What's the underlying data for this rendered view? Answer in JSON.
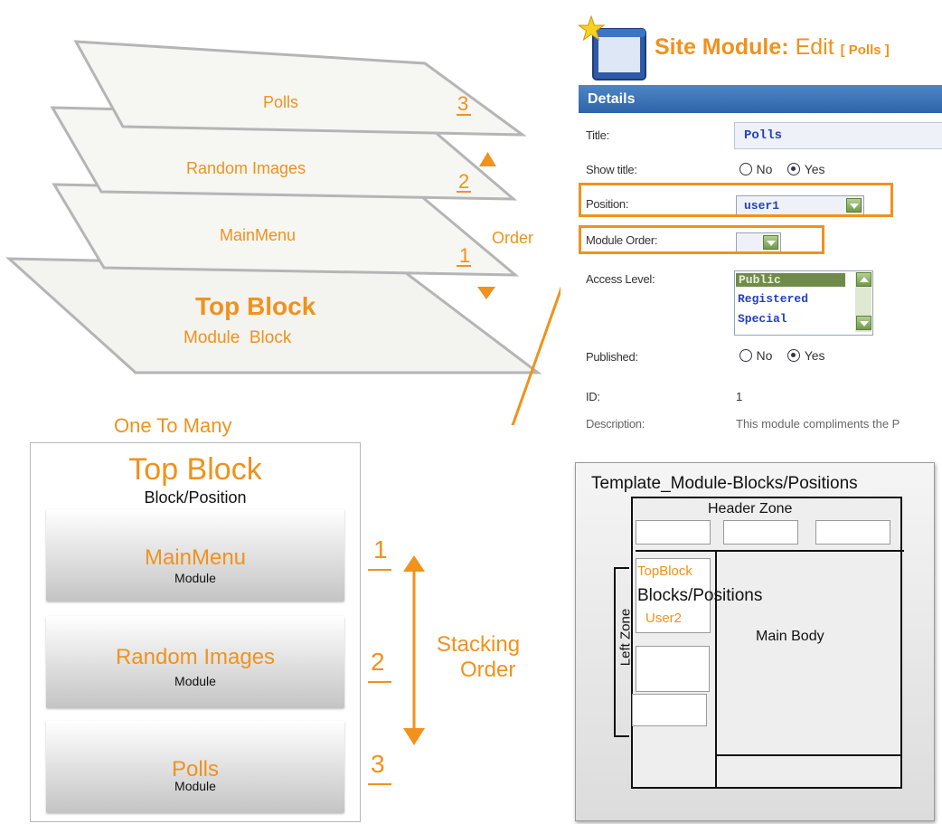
{
  "planes": {
    "layers": [
      {
        "name": "Polls",
        "number": "3"
      },
      {
        "name": "Random Images",
        "number": "2"
      },
      {
        "name": "MainMenu",
        "number": "1"
      }
    ],
    "base_title": "Top Block",
    "base_subtitle": "Module  Block",
    "order_label": "Order"
  },
  "form": {
    "title_main": "Site Module:",
    "title_edit": "Edit",
    "title_sub": "[ Polls ]",
    "details_label": "Details",
    "title_label": "Title:",
    "title_value": "Polls",
    "show_title_label": "Show title:",
    "no_label": "No",
    "yes_label": "Yes",
    "position_label": "Position:",
    "position_value": "user1",
    "module_order_label": "Module Order:",
    "access_label": "Access Level:",
    "access_options": [
      "Public",
      "Registered",
      "Special"
    ],
    "published_label": "Published:",
    "id_label": "ID:",
    "id_value": "1",
    "description_label": "Description:",
    "description_value": "This module compliments the P"
  },
  "one_to_many": {
    "heading": "One To Many",
    "block_title": "Top Block",
    "block_subtitle": "Block/Position",
    "modules": [
      {
        "name": "MainMenu",
        "sub": "Module",
        "number": "1"
      },
      {
        "name": "Random Images",
        "sub": "Module",
        "number": "2"
      },
      {
        "name": "Polls",
        "sub": "Module",
        "number": "3"
      }
    ],
    "stacking_label_1": "Stacking",
    "stacking_label_2": "Order"
  },
  "template": {
    "title": "Template_Module-Blocks/Positions",
    "header_zone": "Header Zone",
    "left_zone": "Left Zone",
    "topblock": "TopBlock",
    "blocks_positions": "Blocks/Positions",
    "user2": "User2",
    "main_body": "Main Body"
  },
  "colors": {
    "accent": "#f0921c",
    "details_bar": "#3a72b8"
  }
}
